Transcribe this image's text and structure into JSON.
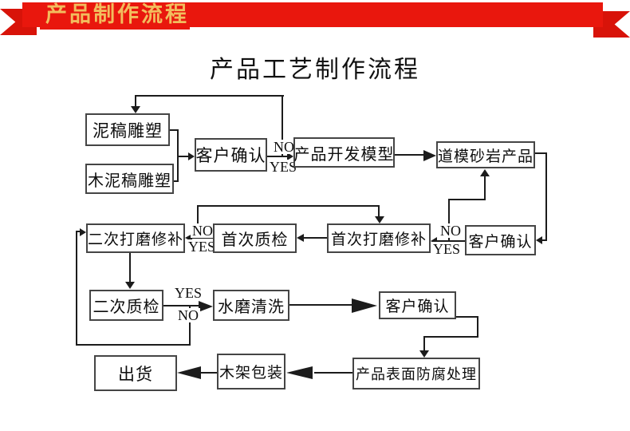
{
  "banner": {
    "text": "产品制作流程"
  },
  "title": "产品工艺制作流程",
  "colors": {
    "banner_red": "#e9170d",
    "banner_tail_red": "#d81309",
    "banner_text_gold": "#f2bd5e",
    "line_black": "#1c1c1c",
    "box_border": "#454545"
  },
  "flowchart": {
    "nodes": [
      {
        "id": "clay-sculpture",
        "label": "泥稿雕塑"
      },
      {
        "id": "wood-clay-sculpture",
        "label": "木泥稿雕塑"
      },
      {
        "id": "customer-confirm-1",
        "label": "客户确认"
      },
      {
        "id": "product-dev-model",
        "label": "产品开发模型"
      },
      {
        "id": "mold-sandstone-product",
        "label": "道模砂岩产品"
      },
      {
        "id": "customer-confirm-2",
        "label": "客户确认"
      },
      {
        "id": "first-polish-repair",
        "label": "首次打磨修补"
      },
      {
        "id": "first-qc",
        "label": "首次质检"
      },
      {
        "id": "second-polish-repair",
        "label": "二次打磨修补"
      },
      {
        "id": "second-qc",
        "label": "二次质检"
      },
      {
        "id": "water-polish-clean",
        "label": "水磨清洗"
      },
      {
        "id": "customer-confirm-3",
        "label": "客户确认"
      },
      {
        "id": "anticorrosion-treatment",
        "label": "产品表面防腐处理"
      },
      {
        "id": "wooden-frame-packing",
        "label": "木架包装"
      },
      {
        "id": "shipment",
        "label": "出货"
      }
    ],
    "branch_labels": [
      {
        "id": "no-confirm-1",
        "text": "NO"
      },
      {
        "id": "yes-confirm-1",
        "text": "YES"
      },
      {
        "id": "no-first-qc",
        "text": "NO"
      },
      {
        "id": "yes-first-qc",
        "text": "YES"
      },
      {
        "id": "no-confirm-2",
        "text": "NO"
      },
      {
        "id": "yes-confirm-2",
        "text": "YES"
      },
      {
        "id": "yes-second-qc",
        "text": "YES"
      },
      {
        "id": "no-second-qc",
        "text": "NO"
      }
    ]
  }
}
